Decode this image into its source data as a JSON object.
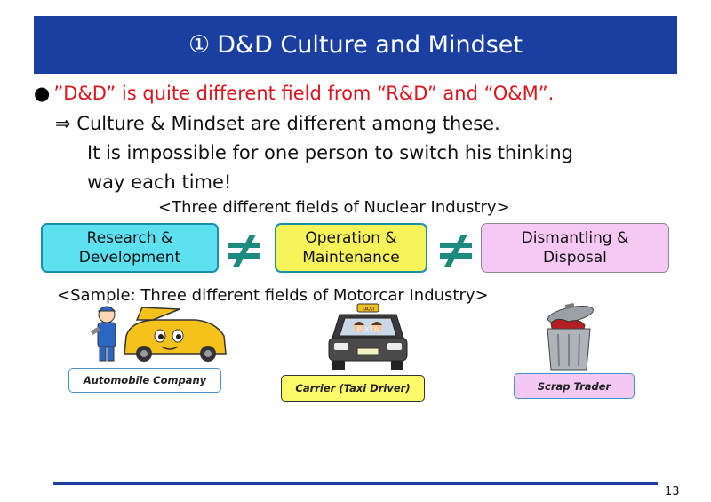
{
  "slide": {
    "title_number": "①",
    "title_text": "D&D Culture and Mindset",
    "bullet_text": "”D&D” is quite different field from “R&D” and “O&M”.",
    "arrow": "⇒",
    "line1": "Culture & Mindset are different among these.",
    "line2": "It is impossible for one person to switch his thinking",
    "line3": "way each time!",
    "nuclear_heading": "<Three different fields of Nuclear Industry>",
    "fields": [
      {
        "line1": "Research &",
        "line2": "Development",
        "color": "#5de0f0"
      },
      {
        "line1": "Operation &",
        "line2": "Maintenance",
        "color": "#f7f35a"
      },
      {
        "line1": "Dismantling  &",
        "line2": "Disposal",
        "color": "#f6c8f4"
      }
    ],
    "neq_color": "#1d8a80",
    "motorcar_heading": "<Sample: Three different fields of Motorcar Industry>",
    "samples": [
      {
        "label": "Automobile Company",
        "color": "#ffffff"
      },
      {
        "label": "Carrier (Taxi Driver)",
        "color": "#fdfa6a"
      },
      {
        "label": "Scrap Trader",
        "color": "#f3c8f2"
      }
    ],
    "taxi_sign": "TAXI",
    "watermark": "PIXTA",
    "page_number": "13"
  }
}
